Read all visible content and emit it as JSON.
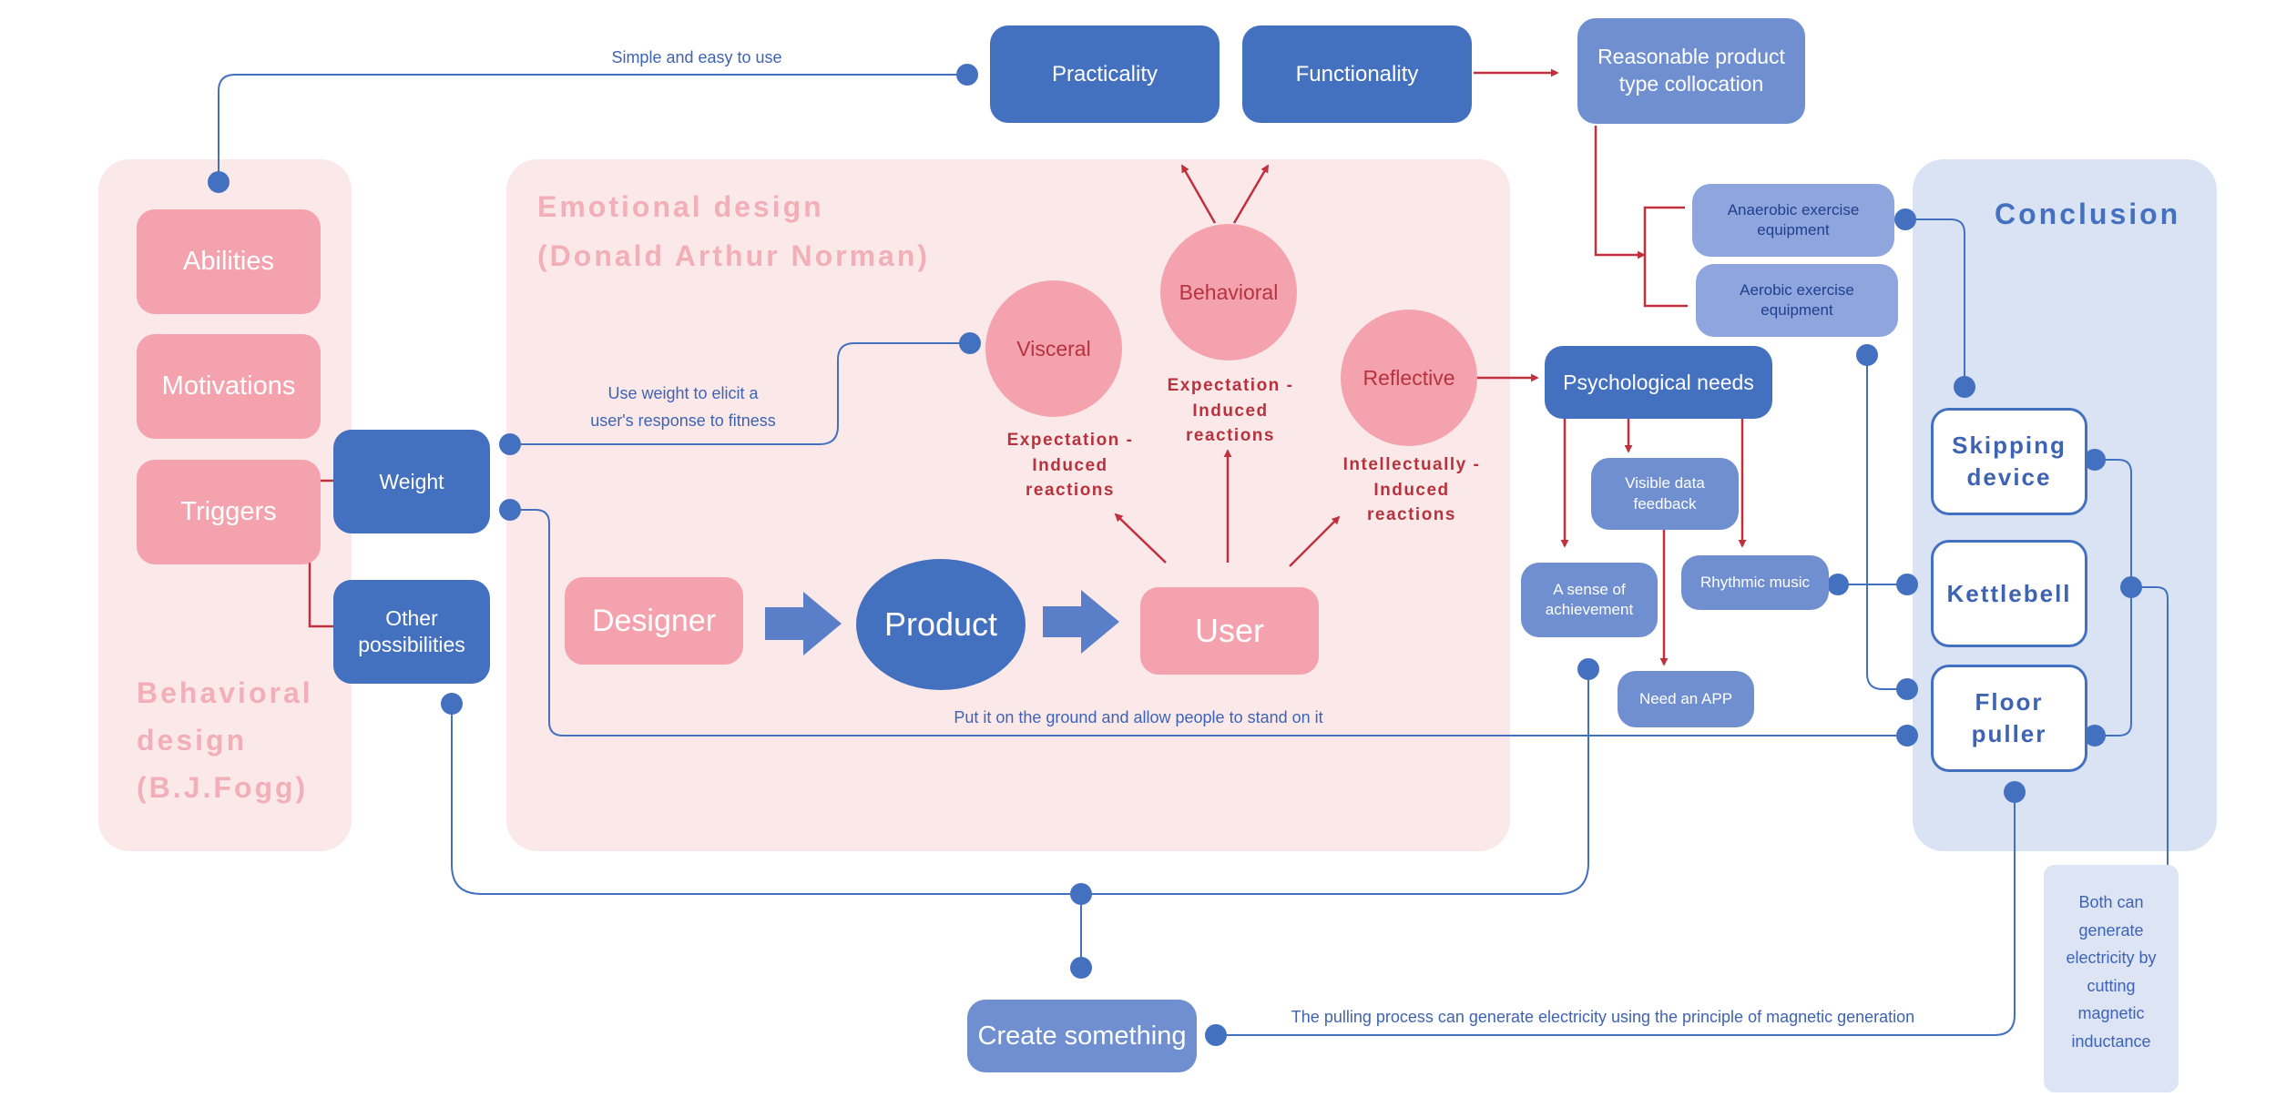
{
  "regions": {
    "behavioral": {
      "title_lines": [
        "Behavioral",
        "design",
        "(B.J.Fogg)"
      ]
    },
    "emotional": {
      "title_lines": [
        "Emotional design",
        "(Donald Arthur Norman)"
      ]
    },
    "conclusion": {
      "title": "Conclusion"
    }
  },
  "behavioral_factors": [
    "Abilities",
    "Motivations",
    "Triggers"
  ],
  "nodes": {
    "weight": "Weight",
    "other_possibilities": [
      "Other",
      "possibilities"
    ],
    "practicality": "Practicality",
    "functionality": "Functionality",
    "reasonable_collocation": [
      "Reasonable product",
      "type collocation"
    ],
    "designer": "Designer",
    "product": "Product",
    "user": "User",
    "visceral": "Visceral",
    "behavioral": "Behavioral",
    "reflective": "Reflective",
    "psychological_needs": "Psychological needs",
    "visible_data_feedback": [
      "Visible data",
      "feedback"
    ],
    "sense_of_achievement": [
      "A sense of",
      "achievement"
    ],
    "rhythmic_music": "Rhythmic music",
    "need_an_app": "Need an APP",
    "anaerobic_equipment": [
      "Anaerobic exercise",
      "equipment"
    ],
    "aerobic_equipment": [
      "Aerobic exercise",
      "equipment"
    ],
    "skipping_device": [
      "Skipping",
      "device"
    ],
    "kettlebell": "Kettlebell",
    "floor_puller": [
      "Floor",
      "puller"
    ],
    "create_something": "Create something"
  },
  "reactions": {
    "visceral": [
      "Expectation  -",
      "Induced",
      "reactions"
    ],
    "behavioral": [
      "Expectation  -",
      "Induced",
      "reactions"
    ],
    "reflective": [
      "Intellectually  -",
      "Induced",
      "reactions"
    ]
  },
  "edge_labels": {
    "simple_easy": "Simple and easy to use",
    "use_weight": [
      "Use weight to elicit a",
      "user's response to fitness"
    ],
    "put_ground": "Put it on the ground and allow people to stand on it",
    "pulling_process": "The pulling process can generate electricity using the principle of magnetic generation"
  },
  "side_note": [
    "Both can",
    "generate",
    "electricity by",
    "cutting",
    "magnetic",
    "inductance"
  ],
  "colors": {
    "dark_blue": "#4470c0",
    "light_blue": "#6f8fd0",
    "pale_blue": "#8ea6dd",
    "pink": "#f4a3ae",
    "region_pink": "#fbe9ea",
    "region_blue": "#dae3f4",
    "red": "#c0303d",
    "title_pink": "#f2afb7"
  }
}
